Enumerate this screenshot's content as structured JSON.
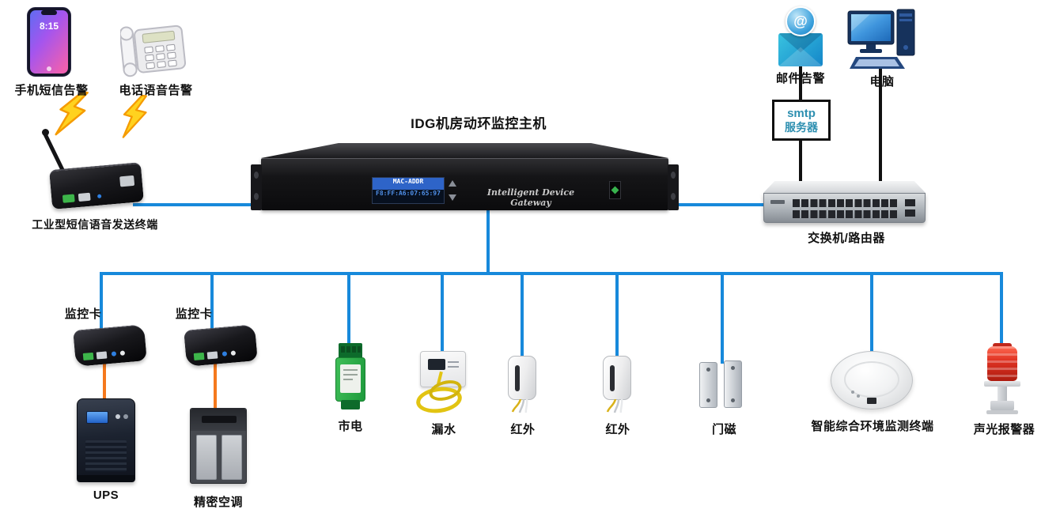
{
  "colors": {
    "bus_blue": "#1789db",
    "link_orange": "#f5791d",
    "link_black": "#111111",
    "smtp_text": "#2d8fb0"
  },
  "nodes": {
    "sms": {
      "label": "手机短信告警",
      "screen_time": "8:15"
    },
    "voice": {
      "label": "电话语音告警"
    },
    "terminal": {
      "label": "工业型短信语音发送终端"
    },
    "host": {
      "title": "IDG机房动环监控主机",
      "lcd_line1": "MAC-ADDR",
      "lcd_line2": "F8:FF:A6:07:65:97",
      "brand": "Intelligent Device Gateway"
    },
    "email": {
      "label": "邮件告警",
      "at_symbol": "@"
    },
    "pc": {
      "label": "电脑"
    },
    "smtp": {
      "line1": "smtp",
      "line2": "服务器"
    },
    "switch": {
      "label": "交换机/路由器"
    },
    "card1": {
      "label": "监控卡"
    },
    "card2": {
      "label": "监控卡"
    },
    "ups": {
      "label": "UPS"
    },
    "ac": {
      "label": "精密空调"
    },
    "mains": {
      "label": "市电"
    },
    "water": {
      "label": "漏水"
    },
    "ir1": {
      "label": "红外"
    },
    "ir2": {
      "label": "红外"
    },
    "door": {
      "label": "门磁"
    },
    "env": {
      "label": "智能综合环境监测终端"
    },
    "alarm": {
      "label": "声光报警器"
    }
  }
}
